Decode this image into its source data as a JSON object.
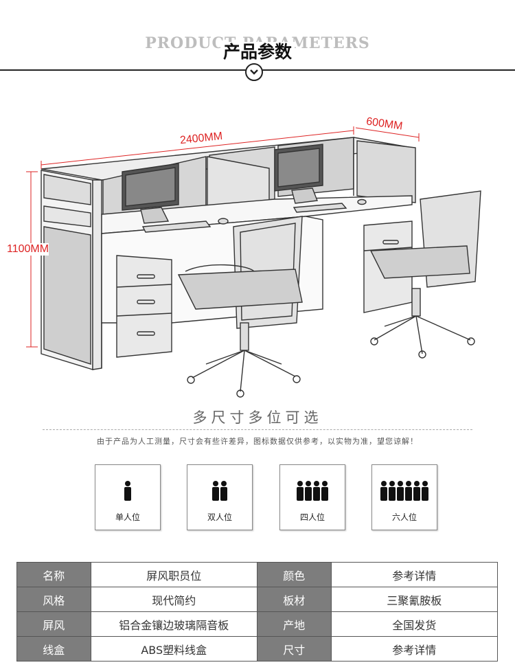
{
  "header": {
    "title_en": "PRODUCT PARAMETERS",
    "title_cn": "产品参数",
    "badge_icon": "chevron-down-circle-icon"
  },
  "dimensions": {
    "width": "2400MM",
    "depth": "600MM",
    "height": "1100MM"
  },
  "options": {
    "title": "多尺寸多位可选",
    "note": "由于产品为人工测量，尺寸会有些许差异，图标数据仅供参考，以实物为准，望您谅解！",
    "cards": [
      {
        "label": "单人位",
        "count": 1
      },
      {
        "label": "双人位",
        "count": 2
      },
      {
        "label": "四人位",
        "count": 4
      },
      {
        "label": "六人位",
        "count": 6
      }
    ]
  },
  "specs": {
    "rows": [
      {
        "k1": "名称",
        "v1": "屏风职员位",
        "k2": "颜色",
        "v2": "参考详情"
      },
      {
        "k1": "风格",
        "v1": "现代简约",
        "k2": "板材",
        "v2": "三聚氰胺板"
      },
      {
        "k1": "屏风",
        "v1": "铝合金镶边玻璃隔音板",
        "k2": "产地",
        "v2": "全国发货"
      },
      {
        "k1": "线盒",
        "v1": "ABS塑料线盒",
        "k2": "尺寸",
        "v2": "参考详情"
      }
    ]
  },
  "colors": {
    "dimension": "#dd2222",
    "label_bg": "#7d7d7d"
  }
}
